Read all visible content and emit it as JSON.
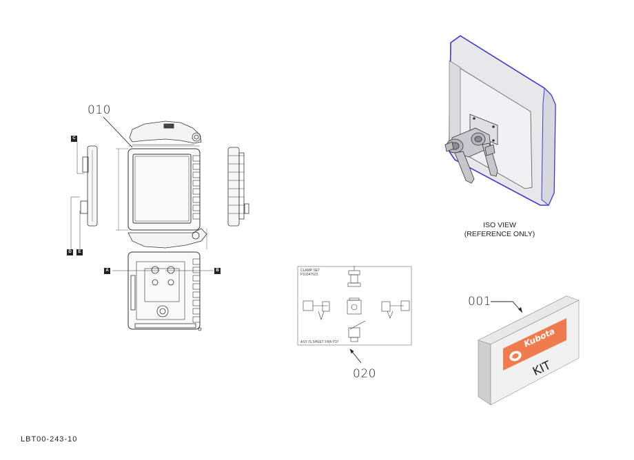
{
  "callouts": {
    "c010": "010",
    "c020": "020",
    "c001": "001"
  },
  "iso": {
    "line1": "ISO VIEW",
    "line2": "(REFERENCE ONLY)"
  },
  "document_number": "LBT00-243-10",
  "section_tags": [
    "A",
    "B",
    "C",
    "D",
    "E"
  ],
  "clamp_sheet": {
    "title": "CLAMP SET",
    "part": "P10347022",
    "footer": "ASY IS SHEET FRA P37"
  },
  "kit_box": {
    "brand": "Kubota",
    "label": "KIT",
    "brand_color": "#f07b4f"
  },
  "colors": {
    "line": "#222222",
    "monitor_edge": "#3a3ad0",
    "monitor_fill": "#e8e8ea"
  }
}
